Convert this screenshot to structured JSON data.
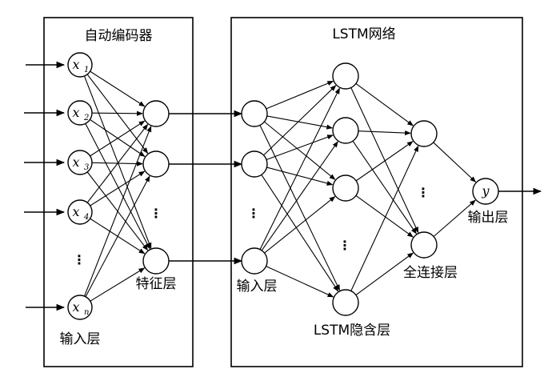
{
  "autoencoder": {
    "title": "自动编码器",
    "input_label": "输入层",
    "feature_label": "特征层",
    "inputs": [
      {
        "var": "x",
        "sub": "1"
      },
      {
        "var": "x",
        "sub": "2"
      },
      {
        "var": "x",
        "sub": "3"
      },
      {
        "var": "x",
        "sub": "4"
      },
      {
        "var": "x",
        "sub": "n"
      }
    ],
    "ellipsis": "⋮"
  },
  "lstm": {
    "title": "LSTM网络",
    "input_label": "输入层",
    "hidden_label": "LSTM隐含层",
    "fc_label": "全连接层",
    "output_label": "输出层",
    "output_var": "y",
    "ellipsis": "⋮"
  }
}
